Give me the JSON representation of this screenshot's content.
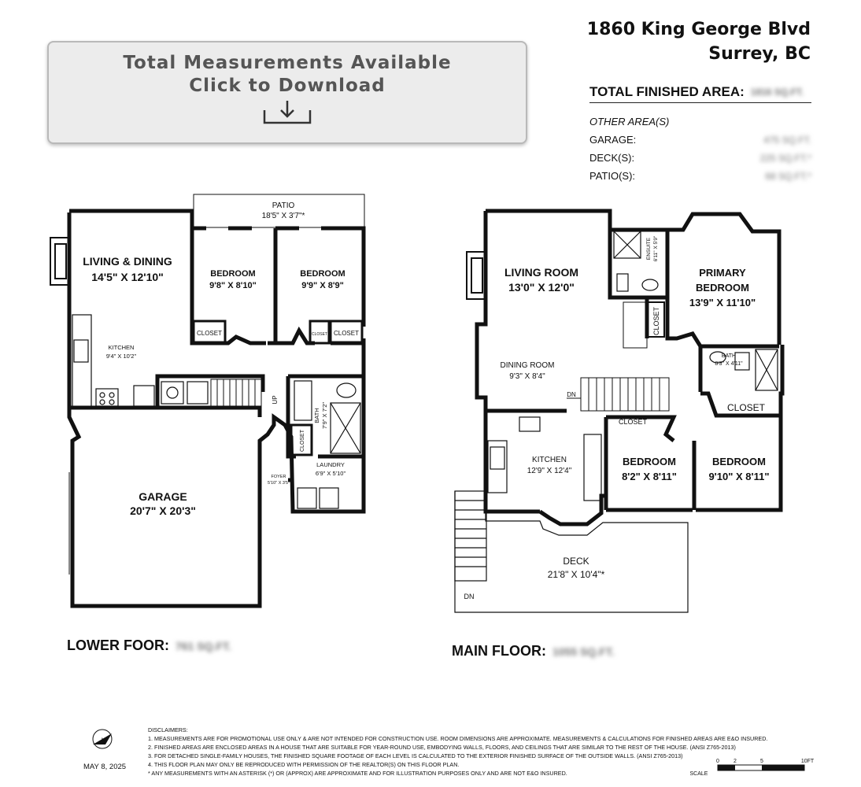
{
  "download": {
    "line1": "Total Measurements Available",
    "line2": "Click to Download",
    "icon": "download-icon"
  },
  "address": {
    "street": "1860 King George Blvd",
    "city": "Surrey, BC"
  },
  "areas": {
    "total_label": "TOTAL FINISHED AREA:",
    "total_value": "1816 SQ.FT.",
    "other_label": "OTHER AREA(S)",
    "garage_label": "GARAGE:",
    "garage_value": "475 SQ.FT.",
    "deck_label": "DECK(S):",
    "deck_value": "225 SQ.FT.*",
    "patio_label": "PATIO(S):",
    "patio_value": "68 SQ.FT.*"
  },
  "lower": {
    "patio": "PATIO",
    "patio_dim": "18'5\" X 3'7\"*",
    "living": "LIVING & DINING",
    "living_dim": "14'5\" X 12'10\"",
    "bed1": "BEDROOM",
    "bed1_dim": "9'8\" X 8'10\"",
    "bed2": "BEDROOM",
    "bed2_dim": "9'9\" X 8'9\"",
    "closet1": "CLOSET",
    "closet2": "CLOSET",
    "closet3": "CLOSET",
    "closet4": "CLOSET",
    "kitchen": "KITCHEN",
    "kitchen_dim": "9'4\" X 10'2\"",
    "bath": "BATH",
    "bath_dim": "7'9\" X 7'2\"",
    "up": "UP",
    "laundry": "LAUNDRY",
    "laundry_dim": "6'9\" X 5'10\"",
    "foyer": "FOYER",
    "foyer_dim": "5'10\" X 3'5\"",
    "garage": "GARAGE",
    "garage_dim": "20'7\" X 20'3\"",
    "floor_label": "LOWER FOOR:",
    "floor_value": "761 SQ.FT."
  },
  "main": {
    "living": "LIVING ROOM",
    "living_dim": "13'0\" X 12'0\"",
    "ensuite": "ENSUITE",
    "ensuite_dim": "6'11\" X 5'9\"",
    "primary1": "PRIMARY",
    "primary2": "BEDROOM",
    "primary_dim": "13'9\" X 11'10\"",
    "closet_p": "CLOSET",
    "dining": "DINING ROOM",
    "dining_dim": "9'3\" X 8'4\"",
    "bath": "BATH",
    "bath_dim": "8'3\" X 4'11\"",
    "dn": "DN",
    "closet_a": "CLOSET",
    "closet_b": "CLOSET",
    "kitchen": "KITCHEN",
    "kitchen_dim": "12'9\" X 12'4\"",
    "bed1": "BEDROOM",
    "bed1_dim": "8'2\" X 8'11\"",
    "bed2": "BEDROOM",
    "bed2_dim": "9'10\" X 8'11\"",
    "deck": "DECK",
    "deck_dim": "21'8\" X 10'4\"*",
    "deck_dn": "DN",
    "floor_label": "MAIN FLOOR:",
    "floor_value": "1055 SQ.FT."
  },
  "disclaimers": {
    "title": "DISCLAIMERS:",
    "d1": "1. MEASUREMENTS ARE FOR PROMOTIONAL USE ONLY & ARE NOT INTENDED FOR CONSTRUCTION USE. ROOM DIMENSIONS ARE APPROXIMATE. MEASUREMENTS & CALCULATIONS FOR FINISHED AREAS ARE E&O INSURED.",
    "d2": "2. FINISHED AREAS ARE ENCLOSED AREAS IN A HOUSE THAT ARE SUITABLE FOR YEAR-ROUND USE, EMBODYING WALLS, FLOORS, AND CEILINGS THAT ARE SIMILAR TO THE REST OF THE HOUSE. (ANSI Z765-2013)",
    "d3": "3. FOR DETACHED SINGLE-FAMILY HOUSES, THE FINISHED SQUARE FOOTAGE OF EACH LEVEL IS CALCULATED TO THE EXTERIOR FINISHED SURFACE OF THE OUTSIDE WALLS. (ANSI Z765-2013)",
    "d4": "4. THIS FLOOR PLAN MAY ONLY BE REPRODUCED WITH PERMISSION OF THE REALTOR(S) ON THIS FLOOR PLAN.",
    "d5": "* ANY MEASUREMENTS WITH AN ASTERISK (*) OR (APPROX) ARE APPROXIMATE AND FOR ILLUSTRATION PURPOSES ONLY AND ARE NOT E&O INSURED."
  },
  "date": "MAY 8, 2025",
  "compass": "N",
  "scale": {
    "label": "SCALE",
    "t0": "0",
    "t1": "2",
    "t2": "5",
    "t3": "10FT"
  }
}
